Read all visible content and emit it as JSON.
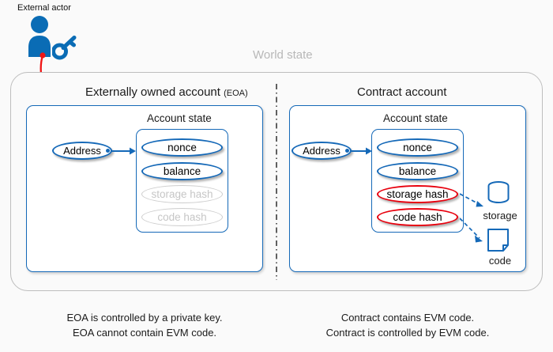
{
  "diagram": {
    "actor_label": "External actor",
    "world_state_label": "World state",
    "icons": {
      "actor": "person-icon",
      "key": "key-icon",
      "storage": "database-cylinder-icon",
      "code": "document-page-icon"
    },
    "panels": [
      {
        "id": "eoa",
        "title": "Externally owned account",
        "title_suffix": "(EOA)",
        "state_title": "Account state",
        "address_label": "Address",
        "fields": [
          {
            "label": "nonce",
            "style": "blue"
          },
          {
            "label": "balance",
            "style": "blue"
          },
          {
            "label": "storage hash",
            "style": "ghost"
          },
          {
            "label": "code hash",
            "style": "ghost"
          }
        ],
        "caption_lines": [
          "EOA is controlled by a private key.",
          "EOA cannot contain EVM code."
        ]
      },
      {
        "id": "contract",
        "title": "Contract account",
        "title_suffix": "",
        "state_title": "Account state",
        "address_label": "Address",
        "fields": [
          {
            "label": "nonce",
            "style": "blue"
          },
          {
            "label": "balance",
            "style": "blue"
          },
          {
            "label": "storage hash",
            "style": "red"
          },
          {
            "label": "code hash",
            "style": "red"
          }
        ],
        "attachments": [
          {
            "label": "storage",
            "icon": "database-cylinder-icon"
          },
          {
            "label": "code",
            "icon": "document-page-icon"
          }
        ],
        "caption_lines": [
          "Contract contains EVM code.",
          "Contract is controlled by EVM code."
        ]
      }
    ],
    "colors": {
      "blue": "#1569b8",
      "red": "#e8000d",
      "grey": "#bdbdbd",
      "ghost": "#c6c6c6",
      "background": "#fafafa",
      "text": "#1a1a1a"
    }
  }
}
